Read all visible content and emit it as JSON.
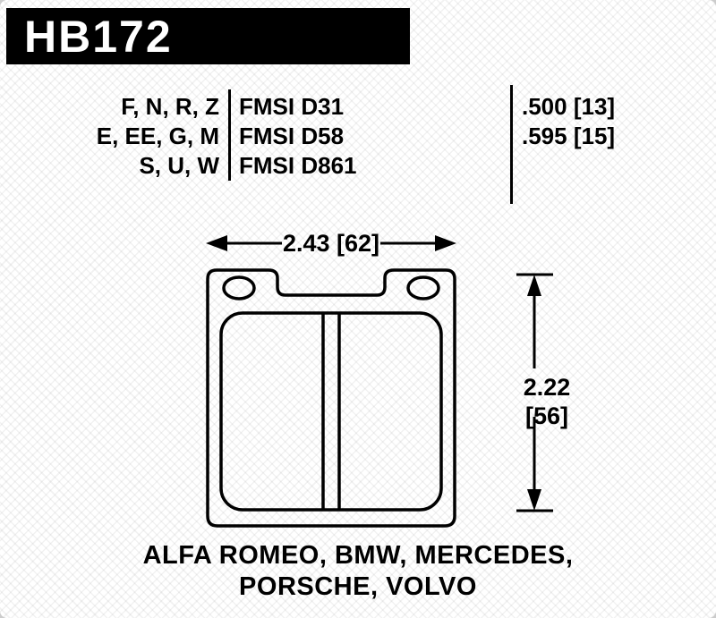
{
  "part_number": "HB172",
  "spec_table": {
    "rows": [
      {
        "compounds": "F, N, R, Z",
        "fmsi": "FMSI D31",
        "thickness": ".500 [13]"
      },
      {
        "compounds": "E, EE, G, M",
        "fmsi": "FMSI D58",
        "thickness": ".595 [15]"
      },
      {
        "compounds": "S, U, W",
        "fmsi": "FMSI D861"
      }
    ]
  },
  "dimensions": {
    "width": "2.43 [62]",
    "height_inches": "2.22",
    "height_mm": "[56]"
  },
  "applications": {
    "line1": "ALFA ROMEO, BMW, MERCEDES,",
    "line2": "PORSCHE, VOLVO"
  },
  "colors": {
    "banner_background": "#000000",
    "banner_text": "#ffffff",
    "line": "#000000"
  }
}
